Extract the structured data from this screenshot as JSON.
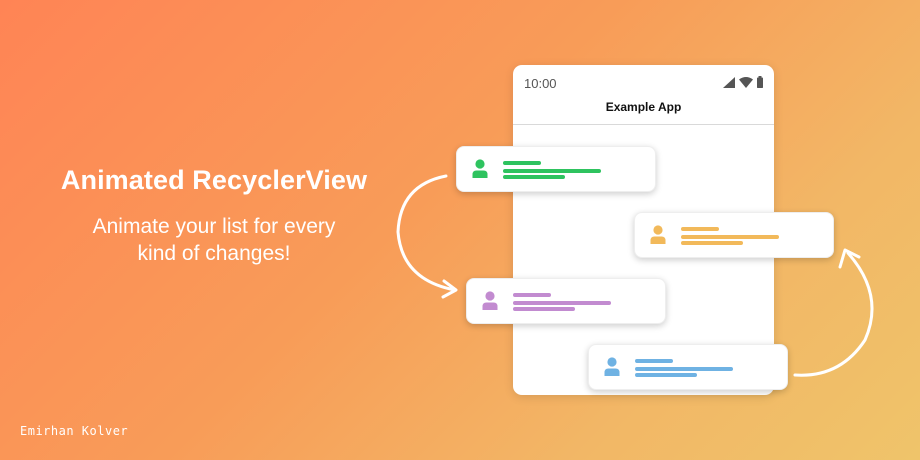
{
  "banner": {
    "headline": "Animated RecyclerView",
    "subline_1": "Animate your list for every",
    "subline_2": "kind of changes!",
    "author": "Emirhan Kolver"
  },
  "phone": {
    "status_time": "10:00",
    "status_icons": [
      "signal-icon",
      "wifi-icon",
      "battery-icon"
    ],
    "app_title": "Example App"
  },
  "cards": [
    {
      "name": "green",
      "color": "#2ec35f"
    },
    {
      "name": "yellow",
      "color": "#f2b95a"
    },
    {
      "name": "purple",
      "color": "#c28bd0"
    },
    {
      "name": "blue",
      "color": "#6fb2e3"
    }
  ],
  "colors": {
    "background_start": "#ff8455",
    "background_end": "#efc46a",
    "arrow": "#ffffff"
  }
}
